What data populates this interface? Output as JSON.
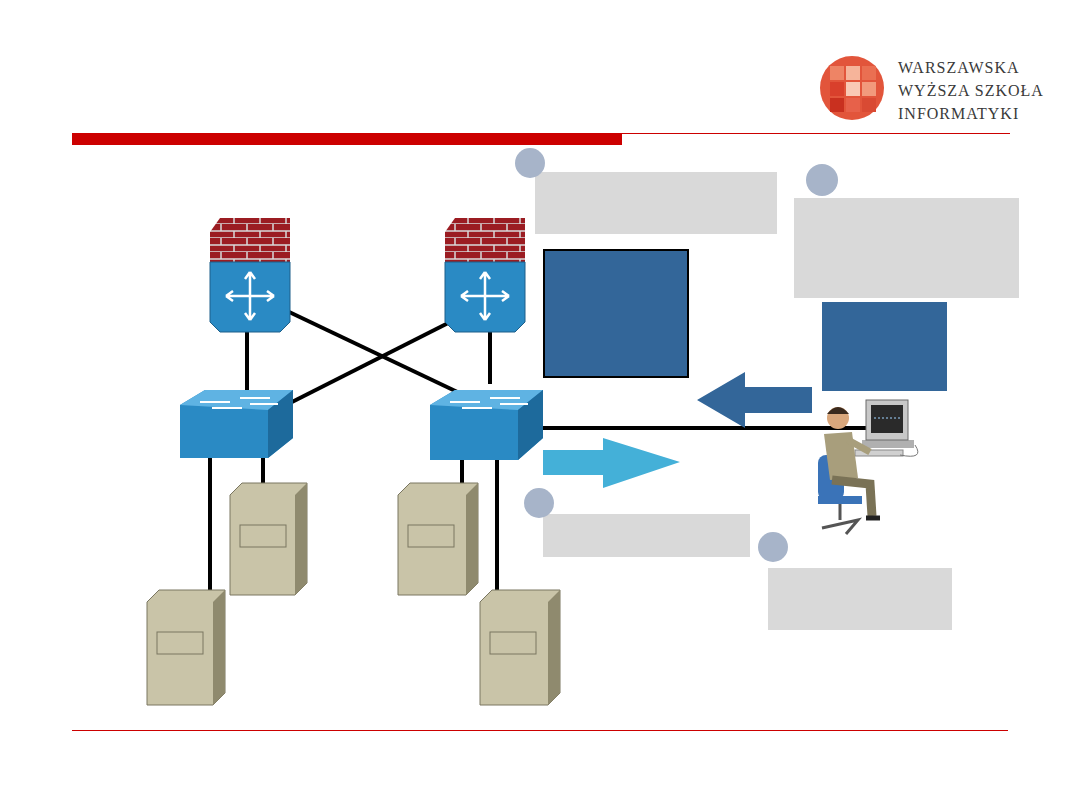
{
  "diagram": {
    "labels": [
      "WARSZAWSKA",
      "WYŻSZA SZKOŁA",
      "INFORMATYKI"
    ]
  }
}
